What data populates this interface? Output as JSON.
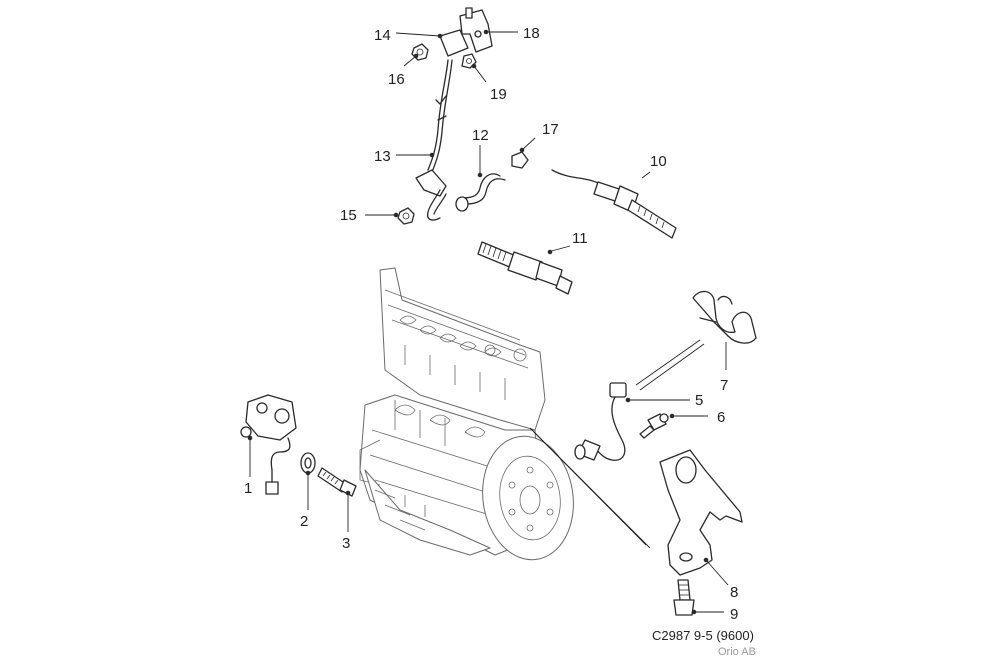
{
  "callouts": [
    "1",
    "2",
    "3",
    "5",
    "6",
    "7",
    "8",
    "9",
    "10",
    "11",
    "12",
    "13",
    "14",
    "15",
    "16",
    "17",
    "18",
    "19"
  ],
  "footer": {
    "code": "C2987 9-5 (9600)",
    "brand": "Orio AB"
  }
}
